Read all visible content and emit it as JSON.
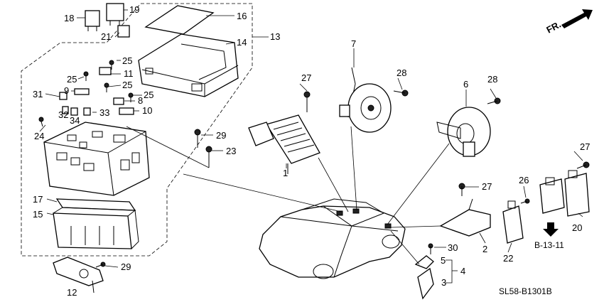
{
  "diagram": {
    "direction_label": "FR.",
    "reference_code": "B-13-11",
    "drawing_code": "SL58-B1301B",
    "callouts": [
      {
        "id": "c1",
        "text": "1"
      },
      {
        "id": "c2",
        "text": "2"
      },
      {
        "id": "c3",
        "text": "3"
      },
      {
        "id": "c4",
        "text": "4"
      },
      {
        "id": "c5",
        "text": "5"
      },
      {
        "id": "c6",
        "text": "6"
      },
      {
        "id": "c7",
        "text": "7"
      },
      {
        "id": "c8",
        "text": "8"
      },
      {
        "id": "c9",
        "text": "9"
      },
      {
        "id": "c10",
        "text": "10"
      },
      {
        "id": "c11",
        "text": "11"
      },
      {
        "id": "c12",
        "text": "12"
      },
      {
        "id": "c13",
        "text": "13"
      },
      {
        "id": "c14",
        "text": "14"
      },
      {
        "id": "c15",
        "text": "15"
      },
      {
        "id": "c16",
        "text": "16"
      },
      {
        "id": "c17",
        "text": "17"
      },
      {
        "id": "c18",
        "text": "18"
      },
      {
        "id": "c19",
        "text": "19"
      },
      {
        "id": "c20",
        "text": "20"
      },
      {
        "id": "c21",
        "text": "21"
      },
      {
        "id": "c22",
        "text": "22"
      },
      {
        "id": "c23",
        "text": "23"
      },
      {
        "id": "c24",
        "text": "24"
      },
      {
        "id": "c25a",
        "text": "25"
      },
      {
        "id": "c25b",
        "text": "25"
      },
      {
        "id": "c25c",
        "text": "25"
      },
      {
        "id": "c25d",
        "text": "25"
      },
      {
        "id": "c26",
        "text": "26"
      },
      {
        "id": "c27a",
        "text": "27"
      },
      {
        "id": "c27b",
        "text": "27"
      },
      {
        "id": "c27c",
        "text": "27"
      },
      {
        "id": "c28a",
        "text": "28"
      },
      {
        "id": "c28b",
        "text": "28"
      },
      {
        "id": "c29a",
        "text": "29"
      },
      {
        "id": "c29b",
        "text": "29"
      },
      {
        "id": "c30",
        "text": "30"
      },
      {
        "id": "c31",
        "text": "31"
      },
      {
        "id": "c32",
        "text": "32"
      },
      {
        "id": "c33",
        "text": "33"
      },
      {
        "id": "c34",
        "text": "34"
      }
    ]
  }
}
